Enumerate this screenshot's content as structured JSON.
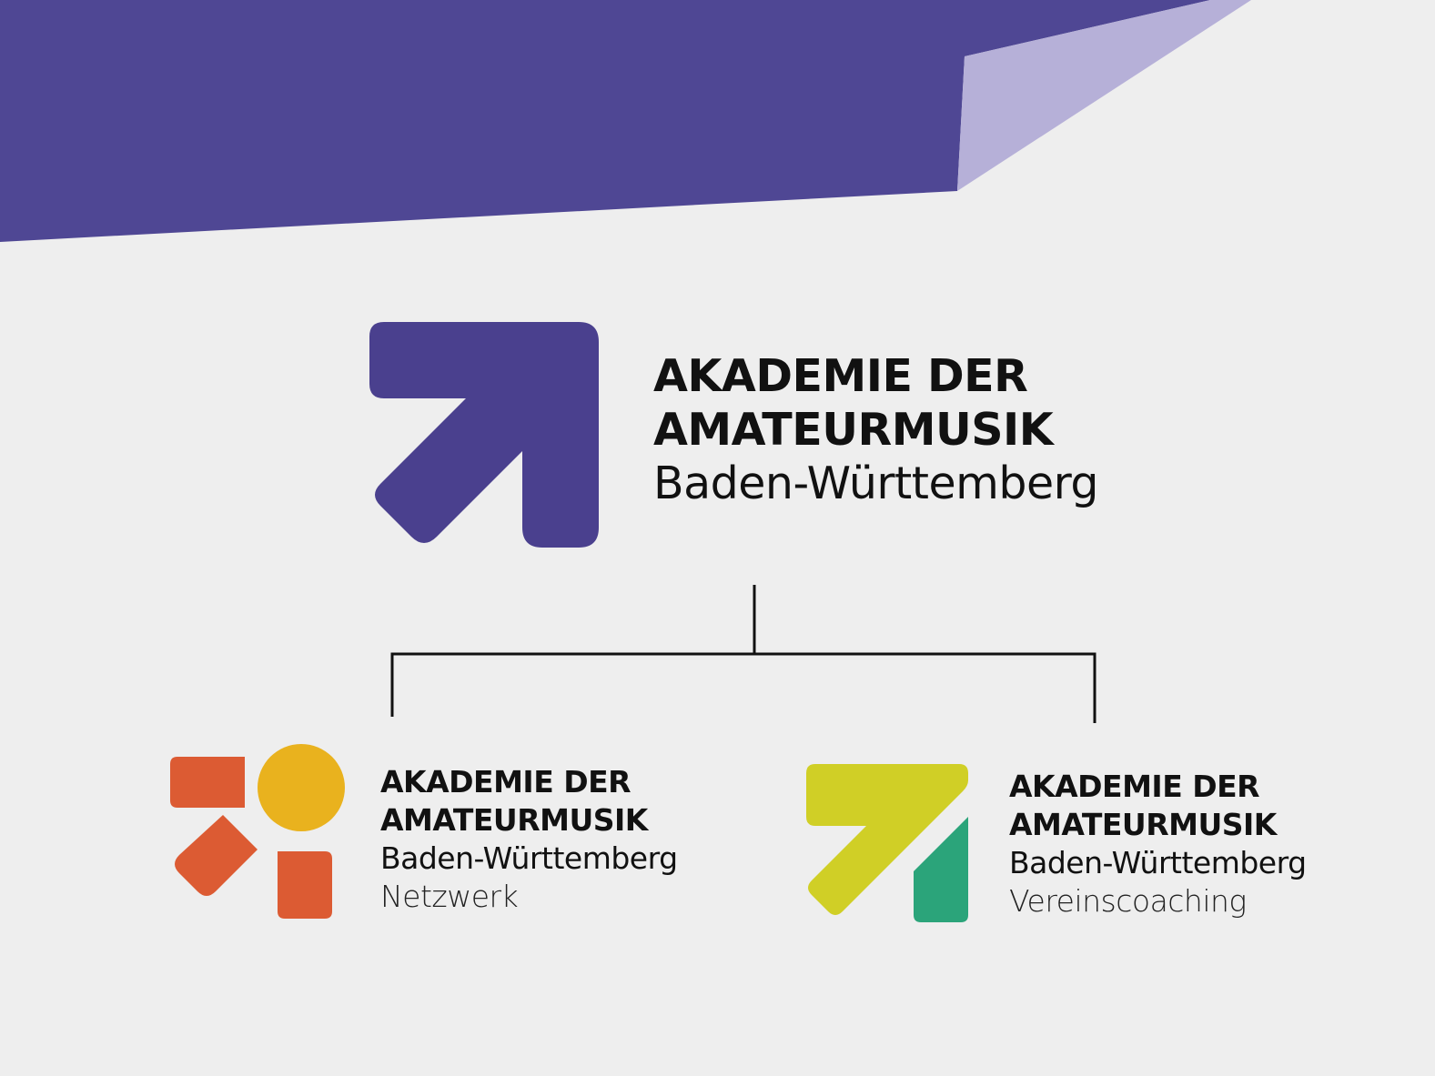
{
  "colors": {
    "background": "#eeeeee",
    "banner_dark": "#4f4794",
    "banner_light": "#b6b0d8",
    "main_logo": "#4a408e",
    "netzwerk_orange": "#dc5b33",
    "netzwerk_yellow": "#e9b21e",
    "verein_lime": "#d0cf26",
    "verein_green": "#2ba47a",
    "text": "#111111"
  },
  "main": {
    "line1": "AKADEMIE DER",
    "line2": "AMATEURMUSIK",
    "line3": "Baden-Württemberg"
  },
  "netzwerk": {
    "line1": "AKADEMIE DER",
    "line2": "AMATEURMUSIK",
    "line3": "Baden-Württemberg",
    "sub": "Netzwerk"
  },
  "verein": {
    "line1": "AKADEMIE DER",
    "line2": "AMATEURMUSIK",
    "line3": "Baden-Württemberg",
    "sub": "Vereinscoaching"
  }
}
